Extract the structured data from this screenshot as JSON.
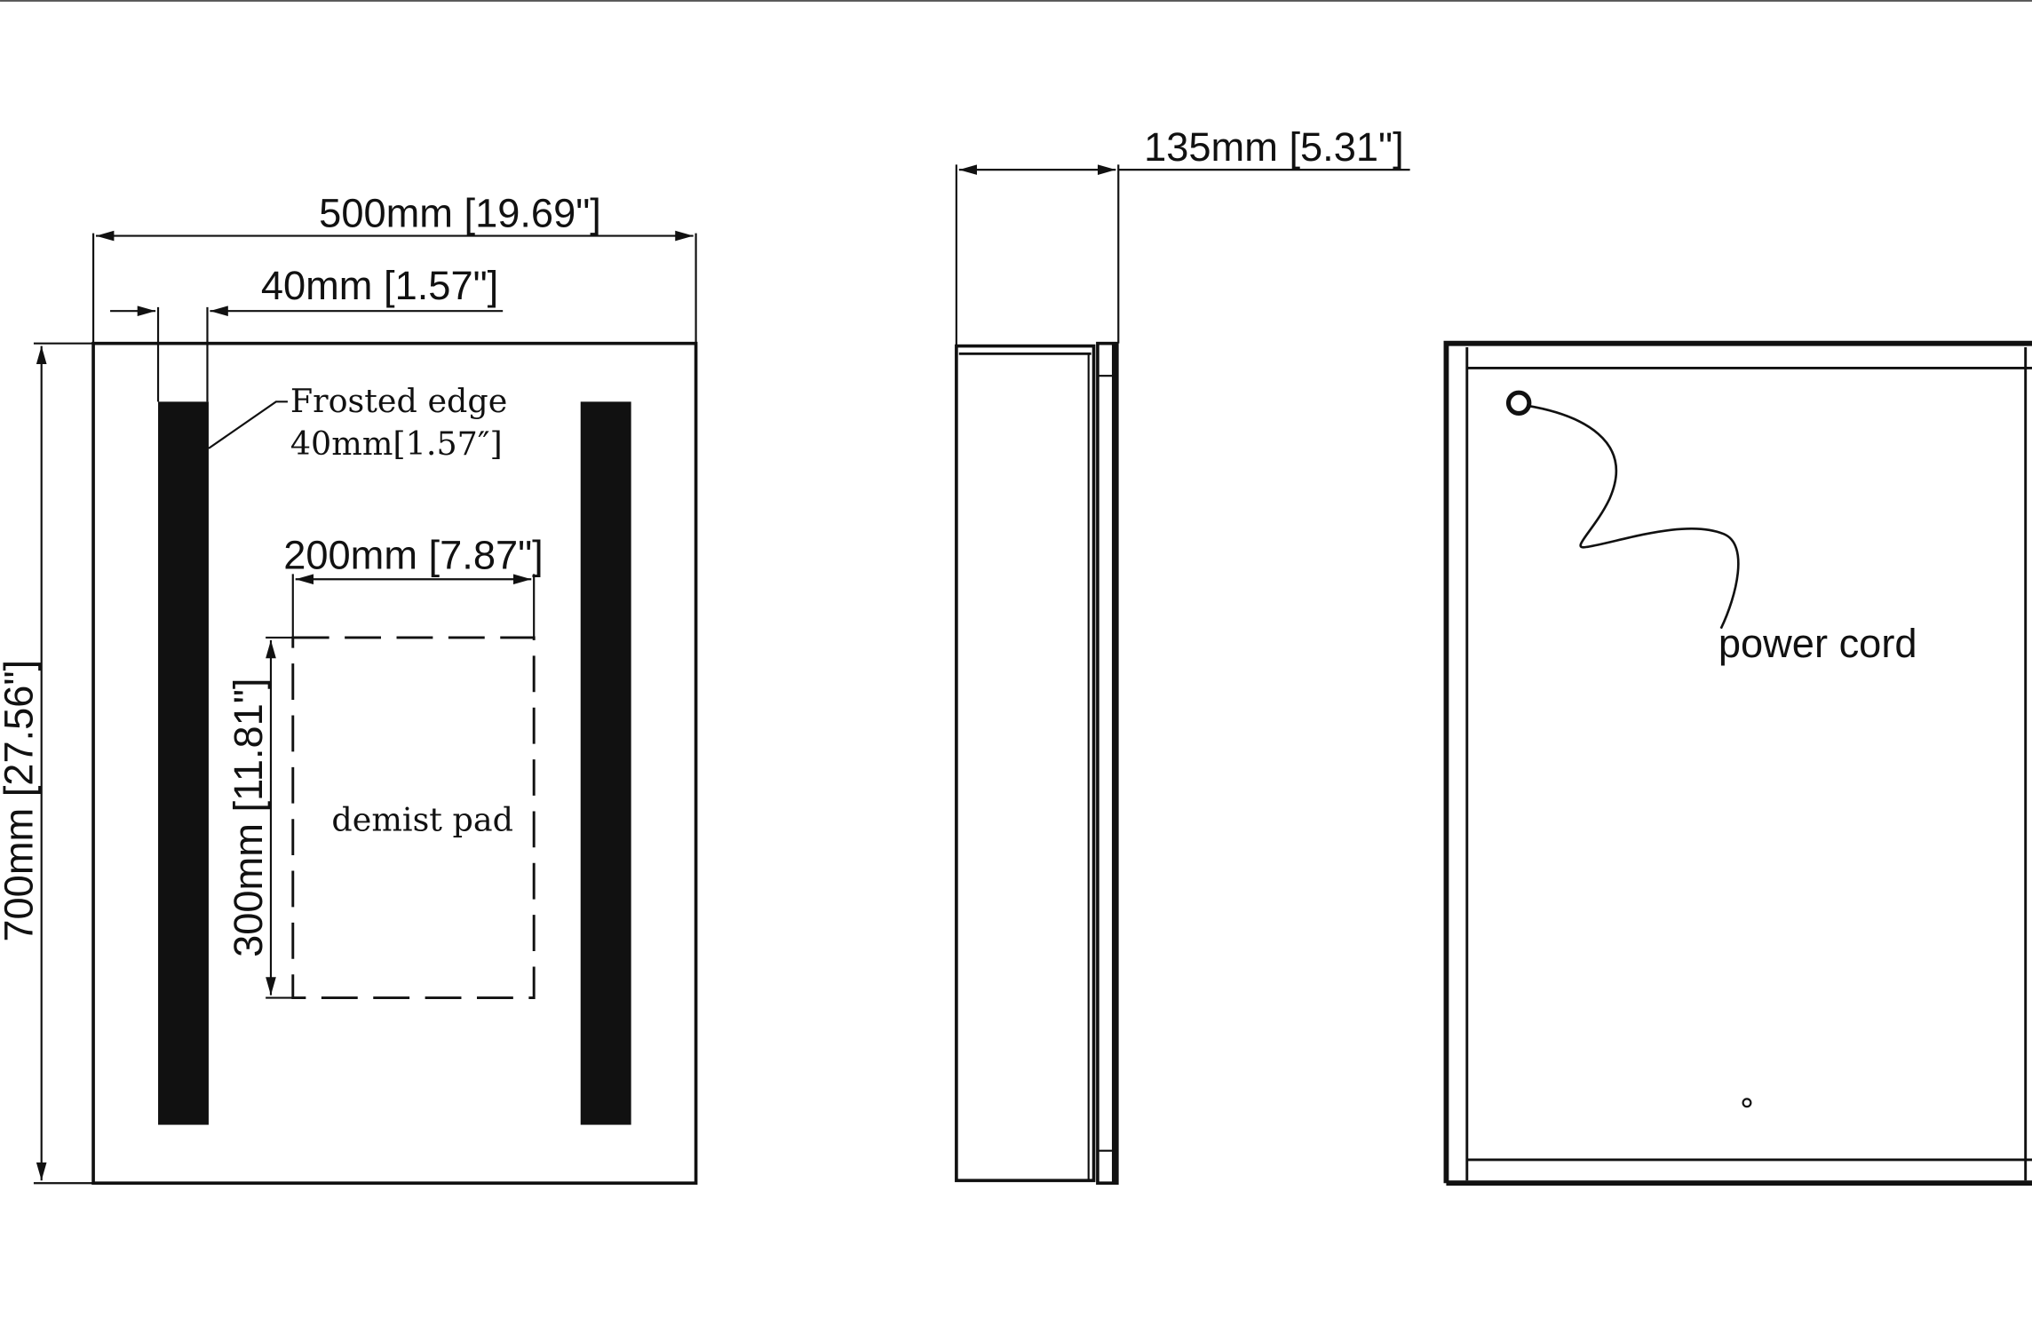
{
  "front_view": {
    "width_label": "500mm [19.69\"]",
    "edge_width_label": "40mm [1.57\"]",
    "height_label": "700mm [27.56\"]",
    "frosted_edge_label": "Frosted edge",
    "frosted_edge_size": "40mm[1.57″]",
    "pad_width_label": "200mm [7.87\"]",
    "pad_height_label": "300mm [11.81\"]",
    "pad_label": "demist pad"
  },
  "side_view": {
    "depth_label": "135mm [5.31\"]"
  },
  "back_view": {
    "cord_label": "power cord"
  }
}
